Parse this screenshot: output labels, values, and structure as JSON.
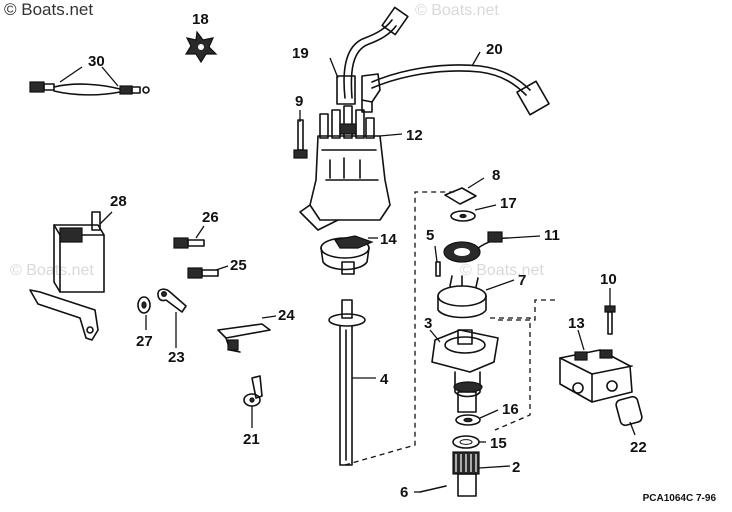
{
  "watermark": {
    "main": "© Boats.net",
    "faint": "© Boats.net"
  },
  "figure_ref": "PCA1064C   7-96",
  "callouts": {
    "c2": "2",
    "c3": "3",
    "c4": "4",
    "c5": "5",
    "c6": "6",
    "c7": "7",
    "c8": "8",
    "c9": "9",
    "c10": "10",
    "c11": "11",
    "c12": "12",
    "c13": "13",
    "c14": "14",
    "c15": "15",
    "c16": "16",
    "c17": "17",
    "c18": "18",
    "c19": "19",
    "c20": "20",
    "c21": "21",
    "c22": "22",
    "c23": "23",
    "c24": "24",
    "c25": "25",
    "c26": "26",
    "c27": "27",
    "c28": "28",
    "c30": "30"
  }
}
